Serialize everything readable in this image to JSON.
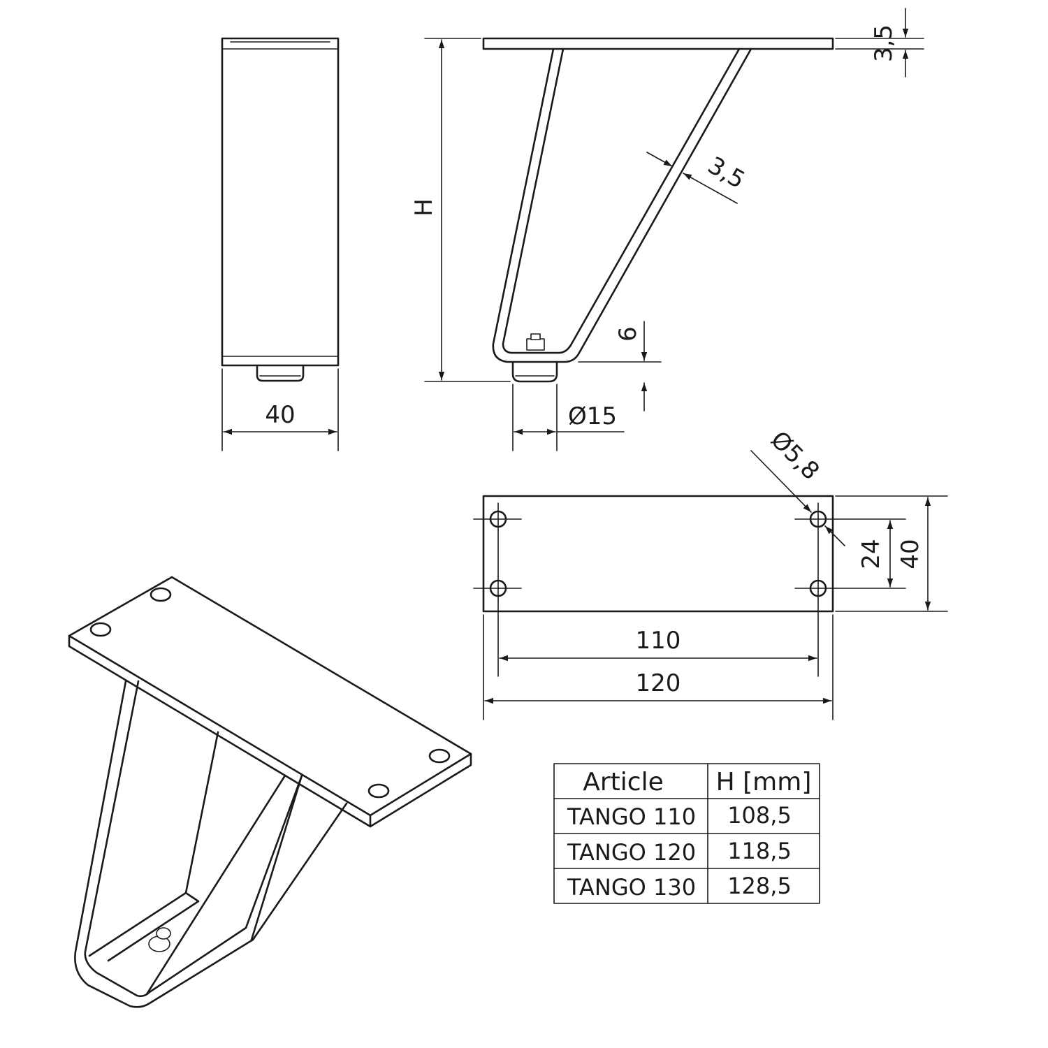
{
  "dimensions": {
    "plate_thickness": "3,5",
    "bar_thickness": "3,5",
    "height_label": "H",
    "foot_offset": "6",
    "foot_diameter": "Ø15",
    "front_width": "40",
    "hole_diameter": "Ø5,8",
    "hole_spacing_y": "24",
    "plate_width": "40",
    "hole_spacing_x": "110",
    "plate_length": "120"
  },
  "table": {
    "headers": [
      "Article",
      "H [mm]"
    ],
    "rows": [
      [
        "TANGO 110",
        "108,5"
      ],
      [
        "TANGO 120",
        "118,5"
      ],
      [
        "TANGO 130",
        "128,5"
      ]
    ]
  }
}
